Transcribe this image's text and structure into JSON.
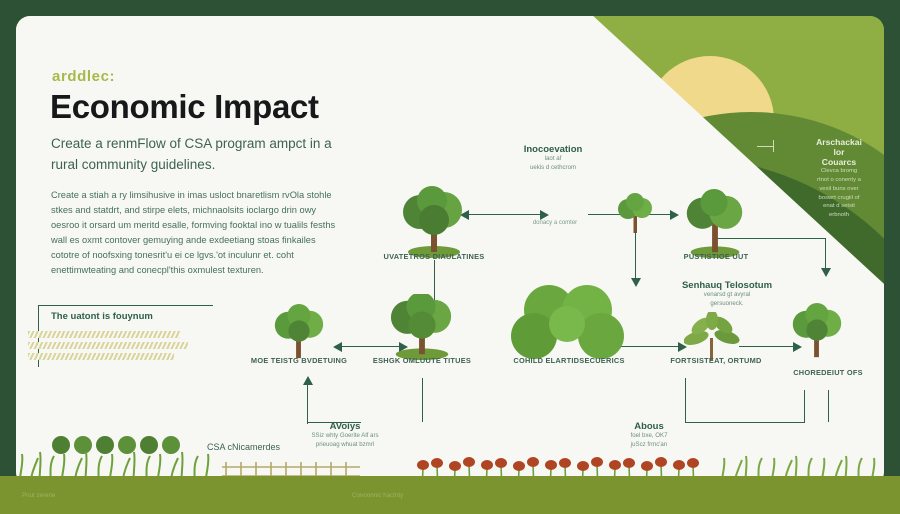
{
  "header": {
    "eyebrow": "arddlec:",
    "title": "Economic Impact",
    "subtitle": "Create a renmFlow of CSA program ampct in a rural community guidelines.",
    "body": "Create a stiah a ry limsihusive in imas usloct bnaretlism rvOla stohle stkes and statdrt, and stirpe elets, michnaolsits ioclargo drin owy oesroo it orsard um meritd esalle, formving fooktal ino w tualils fesths wall es oxmt contover gemuying ande exdeetiang stoas finkailes cototre of noofsxing tonesrit'u ei ce lgvs.'ot inculunr et. coht enettimwteating and conecpl'this oxmulest texturen."
  },
  "callout": {
    "title": "The uatont is fouynum"
  },
  "diagram": {
    "nodes": [
      {
        "label": "UVATETROS DIAULATINES"
      },
      {
        "label": "PUSTISTIOE UUT"
      },
      {
        "label": "MOE TEISTG BVDETUING"
      },
      {
        "label": "ESHGK OMLUUTE TITUES"
      },
      {
        "label": "COHILD ELARTIDSECUERICS"
      },
      {
        "label": "FORTSISTEAT, ORTUMD"
      },
      {
        "label": "CHOREDEIUT OFS"
      }
    ],
    "annotations": [
      {
        "heading": "Inocoevation",
        "sub1": "laot af",
        "sub2": "uekis d cethcrom"
      },
      {
        "heading": "Senhauq Telosotum",
        "sub1": "venarsd gt avyral",
        "sub2": "gersuoneck."
      },
      {
        "heading": "AVoiys",
        "sub1": "SSiz whty Goerite Alf ars",
        "sub2": "prieuoag whuat bzmrl"
      },
      {
        "heading": "Abous",
        "sub1": "foel bxe, OK7",
        "sub2": "juScz frmc'an"
      }
    ],
    "arrow_labels": [
      {
        "text": "donacy a comter"
      }
    ]
  },
  "hill_note": {
    "heading": "Arschackai lor Couarcs",
    "sub1": "Clevca bromg rtnot o conenty  a",
    "sub2": "vexil buns over  boswrt crugiil of",
    "sub3": "enat  d  setsit erbnoth"
  },
  "bottom": {
    "csa_label": "CSA cNicamerdes"
  },
  "footer": {
    "left": "Pnut zerene",
    "center": "Conoonnic hactnty"
  },
  "colors": {
    "frame": "#2d5134",
    "sky": "#8aab3f",
    "sun": "#f0d98b",
    "panel": "#f7f8f3",
    "ink": "#2f6048",
    "accent": "#a8b84a",
    "footer": "#7b9430"
  }
}
